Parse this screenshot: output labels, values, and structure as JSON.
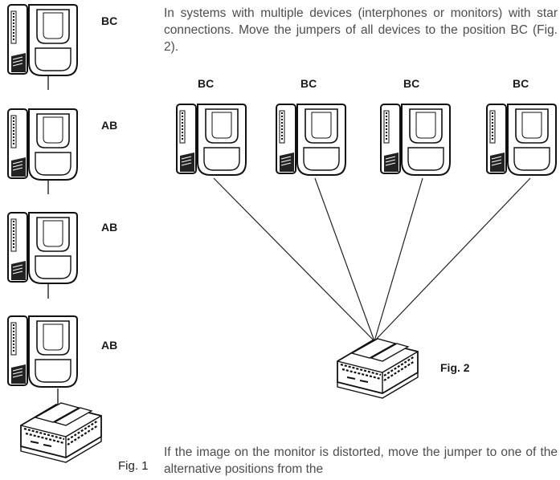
{
  "text": {
    "intro": "In systems with multiple devices (interphones or monitors) with star connections. Move the jumpers of all devices to the position  BC (Fig. 2).",
    "distorted": "If the image on the monitor is distorted, move the jumper to one of the alternative positions from the"
  },
  "fig1": {
    "caption": "Fig. 1",
    "labels": [
      "BC",
      "AB",
      "AB",
      "AB"
    ]
  },
  "fig2": {
    "caption": "Fig. 2",
    "labels": [
      "BC",
      "BC",
      "BC",
      "BC"
    ]
  }
}
